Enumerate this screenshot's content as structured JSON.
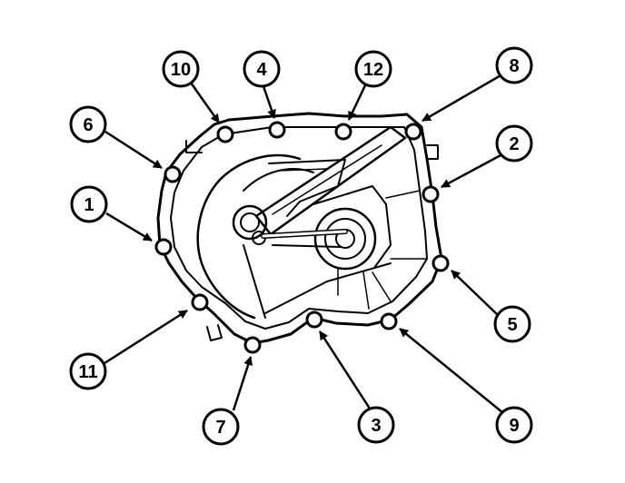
{
  "diagram": {
    "callouts": [
      {
        "id": "10",
        "label": "10"
      },
      {
        "id": "4",
        "label": "4"
      },
      {
        "id": "12",
        "label": "12"
      },
      {
        "id": "8",
        "label": "8"
      },
      {
        "id": "6",
        "label": "6"
      },
      {
        "id": "2",
        "label": "2"
      },
      {
        "id": "1",
        "label": "1"
      },
      {
        "id": "5",
        "label": "5"
      },
      {
        "id": "11",
        "label": "11"
      },
      {
        "id": "7",
        "label": "7"
      },
      {
        "id": "3",
        "label": "3"
      },
      {
        "id": "9",
        "label": "9"
      }
    ]
  }
}
